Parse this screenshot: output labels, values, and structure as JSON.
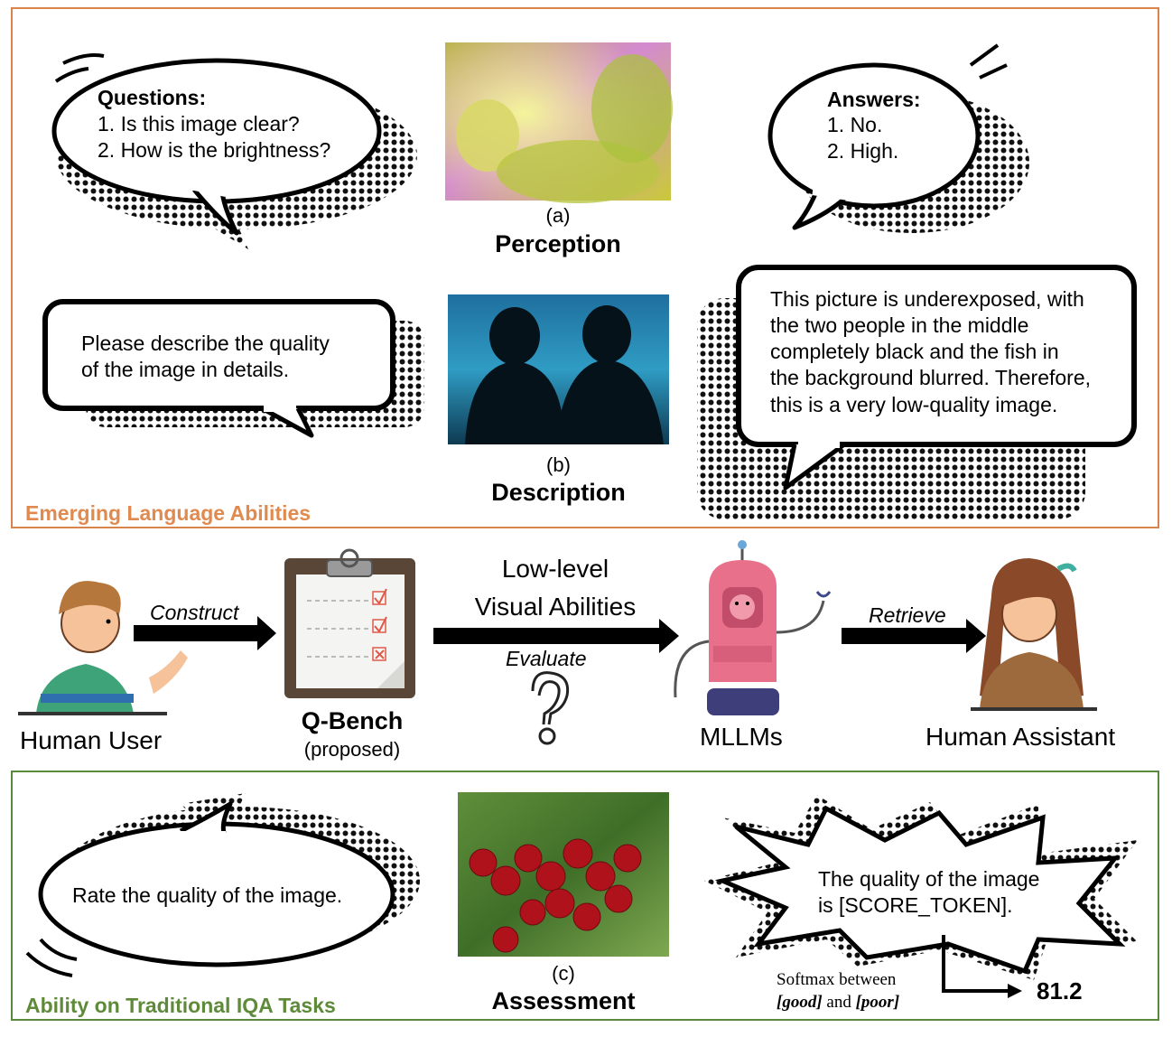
{
  "panels": {
    "top_label": "Emerging Language Abilities",
    "bottom_label": "Ability on Traditional IQA Tasks"
  },
  "perception": {
    "questions_title": "Questions:",
    "q1": "1. Is this image clear?",
    "q2": "2. How is the brightness?",
    "caption_letter": "(a)",
    "caption": "Perception",
    "answers_title": "Answers:",
    "a1": "1. No.",
    "a2": "2. High."
  },
  "description": {
    "prompt_line1": "Please describe the quality",
    "prompt_line2": "of the image in details.",
    "caption_letter": "(b)",
    "caption": "Description",
    "response_lines": [
      "This picture is underexposed, with",
      "the two people in the middle",
      "completely black and the fish in",
      "the background blurred. Therefore,",
      "this is a very low-quality image."
    ]
  },
  "flow": {
    "human_user": "Human User",
    "construct": "Construct",
    "qbench": "Q-Bench",
    "proposed": "(proposed)",
    "abilities_line1": "Low-level",
    "abilities_line2": "Visual Abilities",
    "evaluate": "Evaluate",
    "mllms": "MLLMs",
    "retrieve": "Retrieve",
    "human_assistant": "Human Assistant"
  },
  "assessment": {
    "prompt": "Rate the quality of the image.",
    "caption_letter": "(c)",
    "caption": "Assessment",
    "response_line1": "The quality of the image",
    "response_line2": "is [SCORE_TOKEN].",
    "softmax_line1": "Softmax between",
    "softmax_good": "[good]",
    "softmax_and": " and ",
    "softmax_poor": "[poor]",
    "score": "81.2"
  },
  "colors": {
    "top_border": "#d9844a",
    "bottom_border": "#5b8a3c",
    "robot": "#e8708a"
  }
}
